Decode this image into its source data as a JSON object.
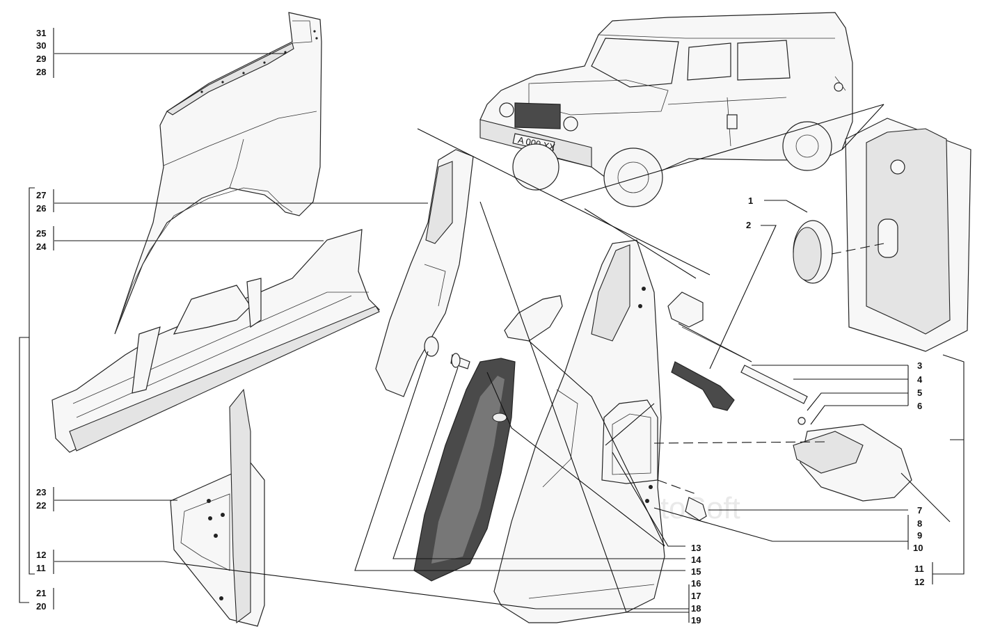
{
  "callouts": {
    "n1": "1",
    "n2": "2",
    "n3": "3",
    "n4": "4",
    "n5": "5",
    "n6": "6",
    "n7": "7",
    "n8": "8",
    "n9": "9",
    "n10": "10",
    "n11": "11",
    "n12": "12",
    "n13": "13",
    "n14": "14",
    "n15": "15",
    "n16": "16",
    "n17": "17",
    "n18": "18",
    "n19": "19",
    "n20": "20",
    "n21": "21",
    "n22": "22",
    "n23": "23",
    "n24": "24",
    "n25": "25",
    "n26": "26",
    "n27": "27",
    "n28": "28",
    "n29": "29",
    "n30": "30",
    "n31": "31"
  },
  "vehicle": {
    "plate_text": "A 000 XX"
  },
  "watermark": "AutoSoft",
  "icons": [
    "vehicle-illustration",
    "fender-part",
    "sill-part",
    "pillar-part",
    "seal-ring-part",
    "spring-part",
    "plate-part",
    "grommet-part"
  ]
}
